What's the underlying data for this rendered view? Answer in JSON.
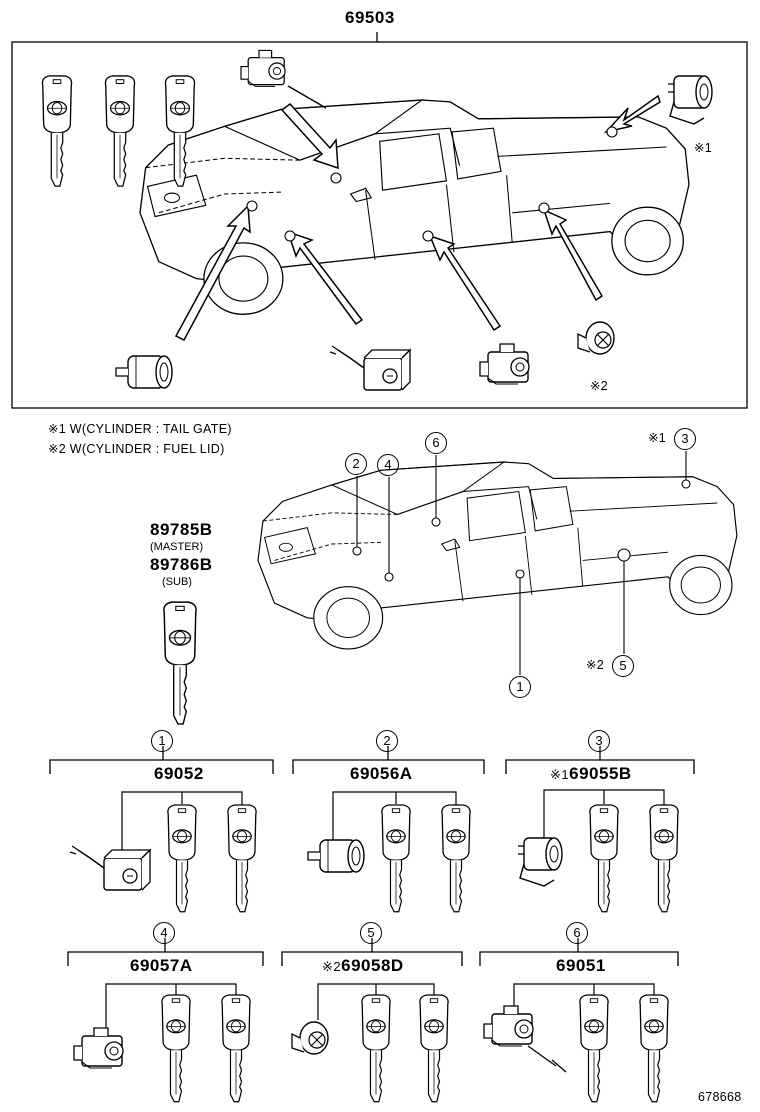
{
  "main_part": "69503",
  "notes": [
    "※1 W(CYLINDER : TAIL GATE)",
    "※2 W(CYLINDER : FUEL LID)"
  ],
  "marks": {
    "m1": "※1",
    "m2": "※2"
  },
  "keys_block": {
    "master_part": "89785B",
    "master_label": "(MASTER)",
    "sub_part": "89786B",
    "sub_label": "(SUB)"
  },
  "callouts": [
    "1",
    "2",
    "3",
    "4",
    "5",
    "6"
  ],
  "sets": [
    {
      "callout": "1",
      "prefix": "",
      "part": "69052"
    },
    {
      "callout": "2",
      "prefix": "",
      "part": "69056A"
    },
    {
      "callout": "3",
      "prefix": "※1",
      "part": "69055B"
    },
    {
      "callout": "4",
      "prefix": "",
      "part": "69057A"
    },
    {
      "callout": "5",
      "prefix": "※2",
      "part": "69058D"
    },
    {
      "callout": "6",
      "prefix": "",
      "part": "69051"
    }
  ],
  "figure_id": "678668"
}
